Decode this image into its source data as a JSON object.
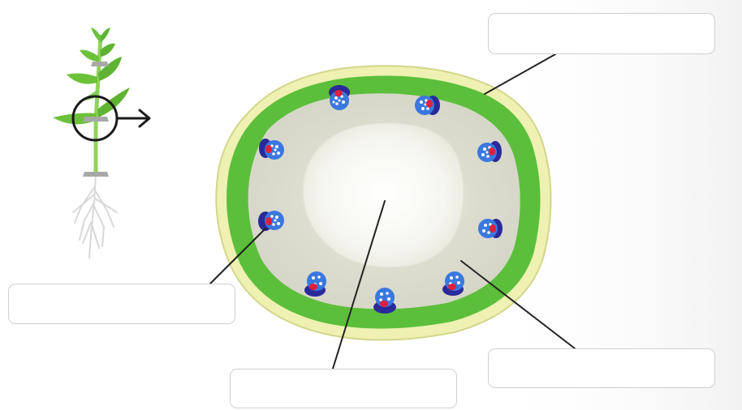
{
  "diagram": {
    "labels": [
      {
        "id": "top-right",
        "text": ""
      },
      {
        "id": "left",
        "text": ""
      },
      {
        "id": "bottom",
        "text": ""
      },
      {
        "id": "right",
        "text": ""
      }
    ]
  },
  "colors": {
    "cell_wall": "#f0f2b8",
    "cell_wall_outline": "#d9dc8e",
    "cytoplasm_ring": "#5cc03a",
    "cytoplasm_inner": "#dcdcd0",
    "vacuole": "#f7f7f2",
    "chloroplast_blue": "#2e5fd6",
    "chloroplast_dark": "#2b2a9a",
    "nucleus_red": "#e0203a",
    "leader_line": "#222222",
    "plant_stem": "#8bd35a",
    "plant_leaf": "#6cc03a",
    "plant_root": "#d6d6d6",
    "node_gray": "#a9a9a9"
  },
  "icons": {
    "magnifier_circle": "circle-outline-icon",
    "arrow": "arrow-right-icon"
  }
}
